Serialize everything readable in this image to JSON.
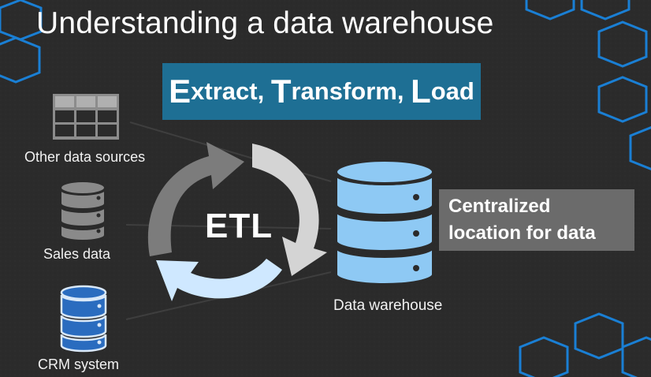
{
  "title": "Understanding a data warehouse",
  "banner": {
    "extract_initial": "E",
    "extract_rest": "xtract, ",
    "transform_initial": "T",
    "transform_rest": "ransform, ",
    "load_initial": "L",
    "load_rest": "oad"
  },
  "sources": [
    {
      "label": "Other data sources",
      "icon": "table-grid-icon"
    },
    {
      "label": "Sales data",
      "icon": "gray-database-icon"
    },
    {
      "label": "CRM system",
      "icon": "blue-database-icon"
    }
  ],
  "cycle_label": "ETL",
  "warehouse": {
    "label": "Data warehouse",
    "icon": "light-blue-database-icon"
  },
  "callout": {
    "line1": "Centralized",
    "line2": "location for data"
  },
  "colors": {
    "background": "#2b2b2b",
    "banner": "#1e6f94",
    "hexagon_outline": "#1a7fd4",
    "callout": "#6b6b6b",
    "warehouse_fill": "#8ec9f4",
    "crm_fill": "#2a6cbf"
  }
}
